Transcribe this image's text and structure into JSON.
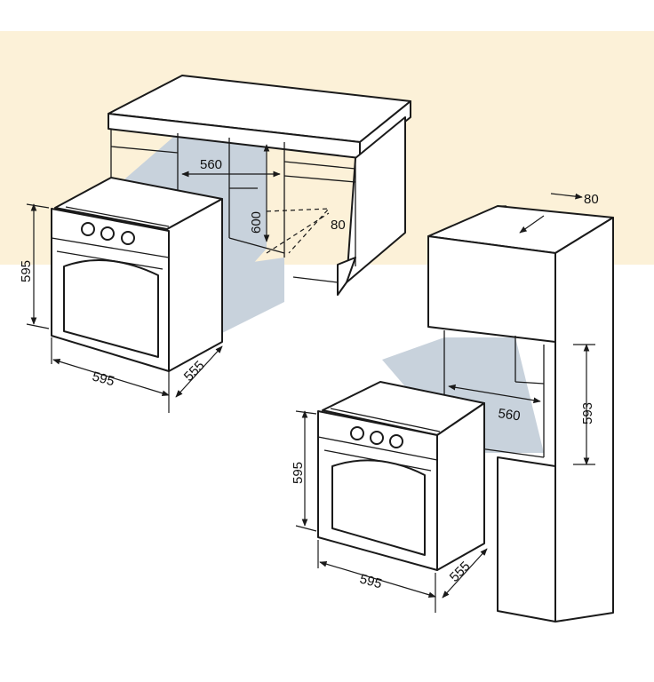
{
  "colors": {
    "background_band": "#fcf1d8",
    "cavity_shade": "#c8d2dc",
    "line": "#1a1a1a",
    "surface": "#ffffff"
  },
  "under_counter": {
    "cavity_width": "560",
    "cavity_height": "600",
    "rear_gap": "80",
    "oven_height": "595",
    "oven_width": "595",
    "oven_depth": "555"
  },
  "column": {
    "top_gap": "80",
    "cavity_width": "560",
    "cavity_height": "593",
    "oven_height": "595",
    "oven_width": "595",
    "oven_depth": "555"
  }
}
